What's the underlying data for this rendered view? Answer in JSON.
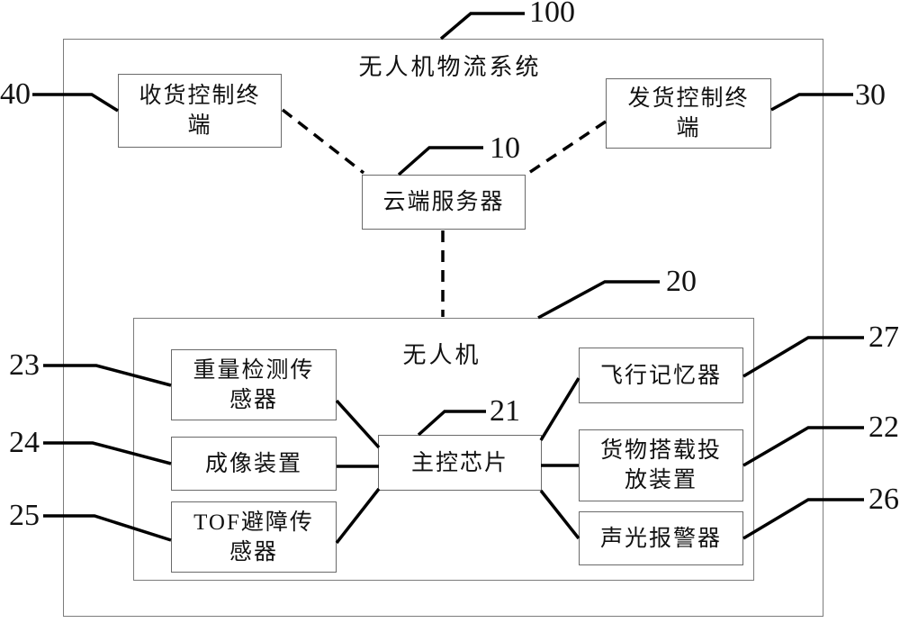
{
  "figure": {
    "titles": {
      "system": "无人机物流系统",
      "drone": "无人机"
    },
    "boxes": {
      "receiving_terminal": "收货控制终\n端",
      "shipping_terminal": "发货控制终\n端",
      "cloud_server": "云端服务器",
      "weight_sensor": "重量检测传\n感器",
      "imaging_device": "成像装置",
      "tof_sensor": "TOF避障传\n感器",
      "main_chip": "主控芯片",
      "flight_memory": "飞行记忆器",
      "cargo_device": "货物搭载投\n放装置",
      "alarm": "声光报警器"
    },
    "refs": {
      "system": "100",
      "cloud_server": "10",
      "drone": "20",
      "main_chip": "21",
      "cargo_device": "22",
      "weight_sensor": "23",
      "imaging_device": "24",
      "tof_sensor": "25",
      "alarm": "26",
      "flight_memory": "27",
      "shipping_terminal": "30",
      "receiving_terminal": "40"
    },
    "colors": {
      "line": "#000000",
      "box_border": "#6a6a6a",
      "background": "#ffffff",
      "text": "#111111"
    }
  }
}
